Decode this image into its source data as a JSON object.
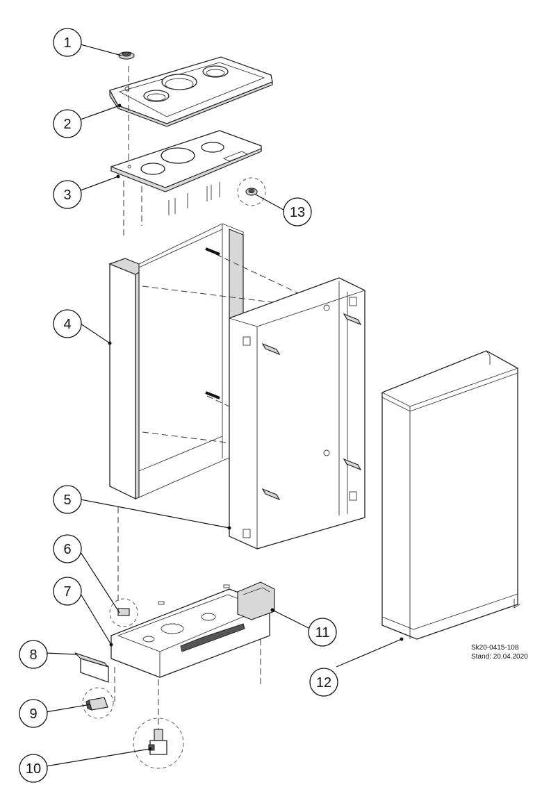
{
  "drawing": {
    "number": "Sk20-0415-108",
    "stand": "Stand: 20.04.2020"
  },
  "callouts": [
    "1",
    "2",
    "3",
    "4",
    "5",
    "6",
    "7",
    "8",
    "9",
    "10",
    "11",
    "12",
    "13"
  ]
}
